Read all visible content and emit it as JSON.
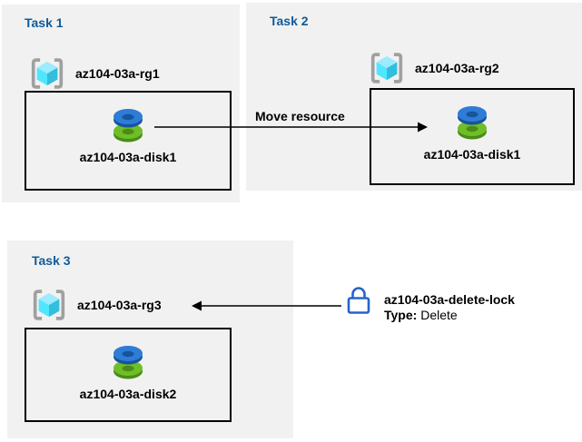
{
  "tasks": [
    {
      "title": "Task 1",
      "resource_group": "az104-03a-rg1",
      "disk": "az104-03a-disk1"
    },
    {
      "title": "Task 2",
      "resource_group": "az104-03a-rg2",
      "disk": "az104-03a-disk1"
    },
    {
      "title": "Task 3",
      "resource_group": "az104-03a-rg3",
      "disk": "az104-03a-disk2"
    }
  ],
  "arrows": {
    "move_label": "Move resource"
  },
  "lock": {
    "name": "az104-03a-delete-lock",
    "type_label": "Type:",
    "type_value": "Delete"
  },
  "icons": {
    "resource_group": "resource-group-icon",
    "disk": "disk-icon",
    "lock": "lock-icon"
  },
  "colors": {
    "panel_bg": "#f1f1f1",
    "title_blue": "#0f5b99",
    "box_border": "#000000",
    "arrow_black": "#000000",
    "text_black": "#000000",
    "rg_bracket_gray": "#a0a0a0",
    "cube_top": "#9cebff",
    "cube_left": "#50e6ff",
    "cube_right": "#32bedd",
    "disk_blue": "#2e7cd6",
    "disk_blue_dark": "#17549e",
    "disk_green": "#6fbe27",
    "disk_green_dark": "#4a8c17",
    "lock_blue": "#2565c9"
  }
}
